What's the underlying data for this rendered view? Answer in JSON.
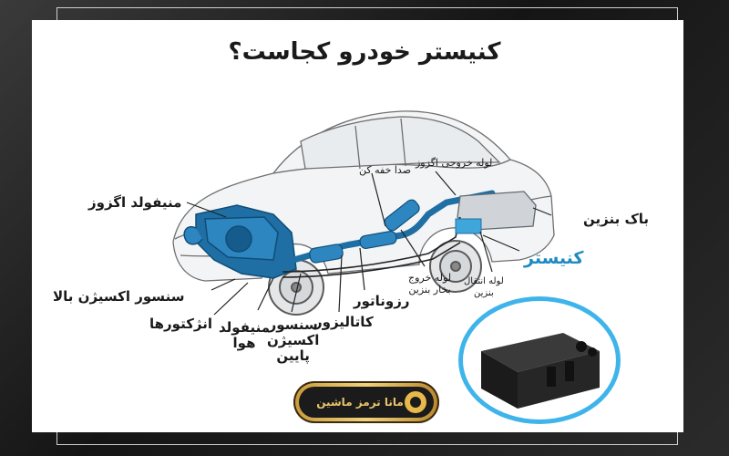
{
  "title": "کنیستر خودرو کجاست؟",
  "labels": {
    "manifold_exhaust": "منیفولد اگزوز",
    "o2_upper": "سنسور اکسیژن بالا",
    "injectors": "انژکتورها",
    "manifold_air_l1": "منیفولد",
    "manifold_air_l2": "هوا",
    "o2_lower_l1": "سنسور",
    "o2_lower_l2": "اکسیژن",
    "o2_lower_l3": "پایین",
    "catalyst": "کاتالیزور",
    "resonator": "رزوناتور",
    "muffler": "صدا خفه کن",
    "exhaust_pipe": "لوله خروجی اگزوز",
    "vapor_pipe_l1": "لوله خروج",
    "vapor_pipe_l2": "بخار بنزین",
    "transfer_pipe_l1": "لوله انتقال",
    "transfer_pipe_l2": "بنزین",
    "fuel_tank": "باک بنزین",
    "canister": "کنیستر"
  },
  "badge": {
    "text": "مانا ترمز ماشین"
  },
  "colors": {
    "accent": "#1f8ac2",
    "badge_gold": "#e8c56a",
    "inset_border": "#3fb4ea"
  }
}
